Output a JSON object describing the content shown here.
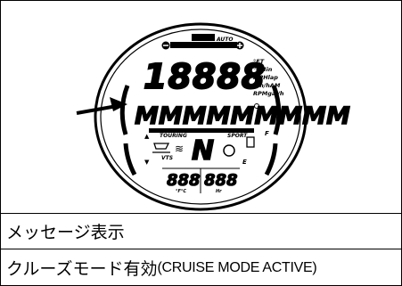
{
  "display": {
    "auto_label": "AUTO",
    "speed_digits": "18888",
    "units": [
      "°FT",
      "°CMin",
      "MPHlap",
      "Km/hAM",
      "RPMgal/h"
    ],
    "message_segments": "MMMMMMMMM",
    "touring_label": "TOURING",
    "sport_label": "SPORT",
    "vts_label": "VTS",
    "gear_char": "N",
    "f_label": "F",
    "e_label": "E",
    "temp_digits": "888",
    "temp_unit": "°F°C",
    "hours_digits": "888",
    "hours_unit": "Hr"
  },
  "table": {
    "row1_label": "メッセージ表示",
    "row2_label_jp": "クルーズモード有効",
    "row2_label_en": "(CRUISE MODE ACTIVE)"
  }
}
